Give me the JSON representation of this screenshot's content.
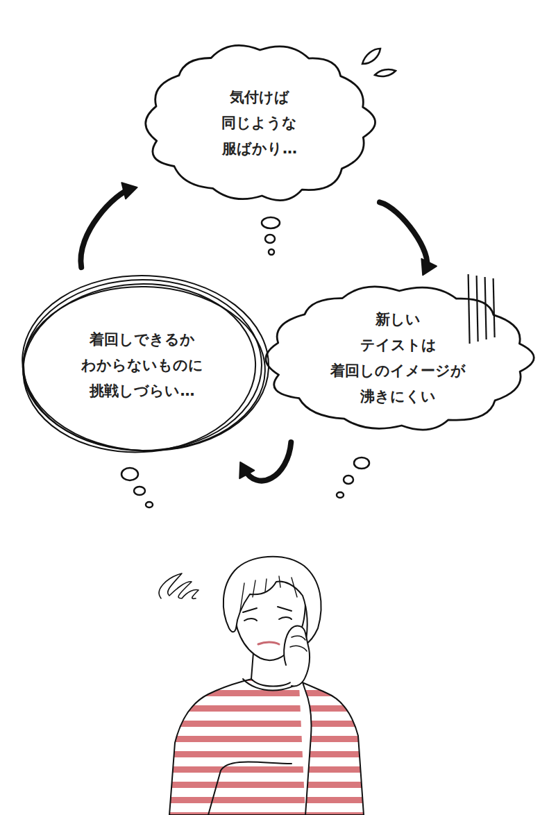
{
  "diagram": {
    "nodes": [
      {
        "text": [
          "気付けば 同じような 服ばかり…"
        ]
      },
      {
        "text": [
          "新しい テイストは 着回しのイメージが 沸きにくい"
        ]
      },
      {
        "text": [
          "着回しできるか わからないものに 挑戦しづらい…"
        ]
      }
    ],
    "edges": [
      {
        "from": 0,
        "to": 1,
        "arrow": "to"
      },
      {
        "from": 1,
        "to": 2,
        "arrow": "to"
      },
      {
        "from": 2,
        "to": 0,
        "arrow": "to"
      }
    ]
  }
}
